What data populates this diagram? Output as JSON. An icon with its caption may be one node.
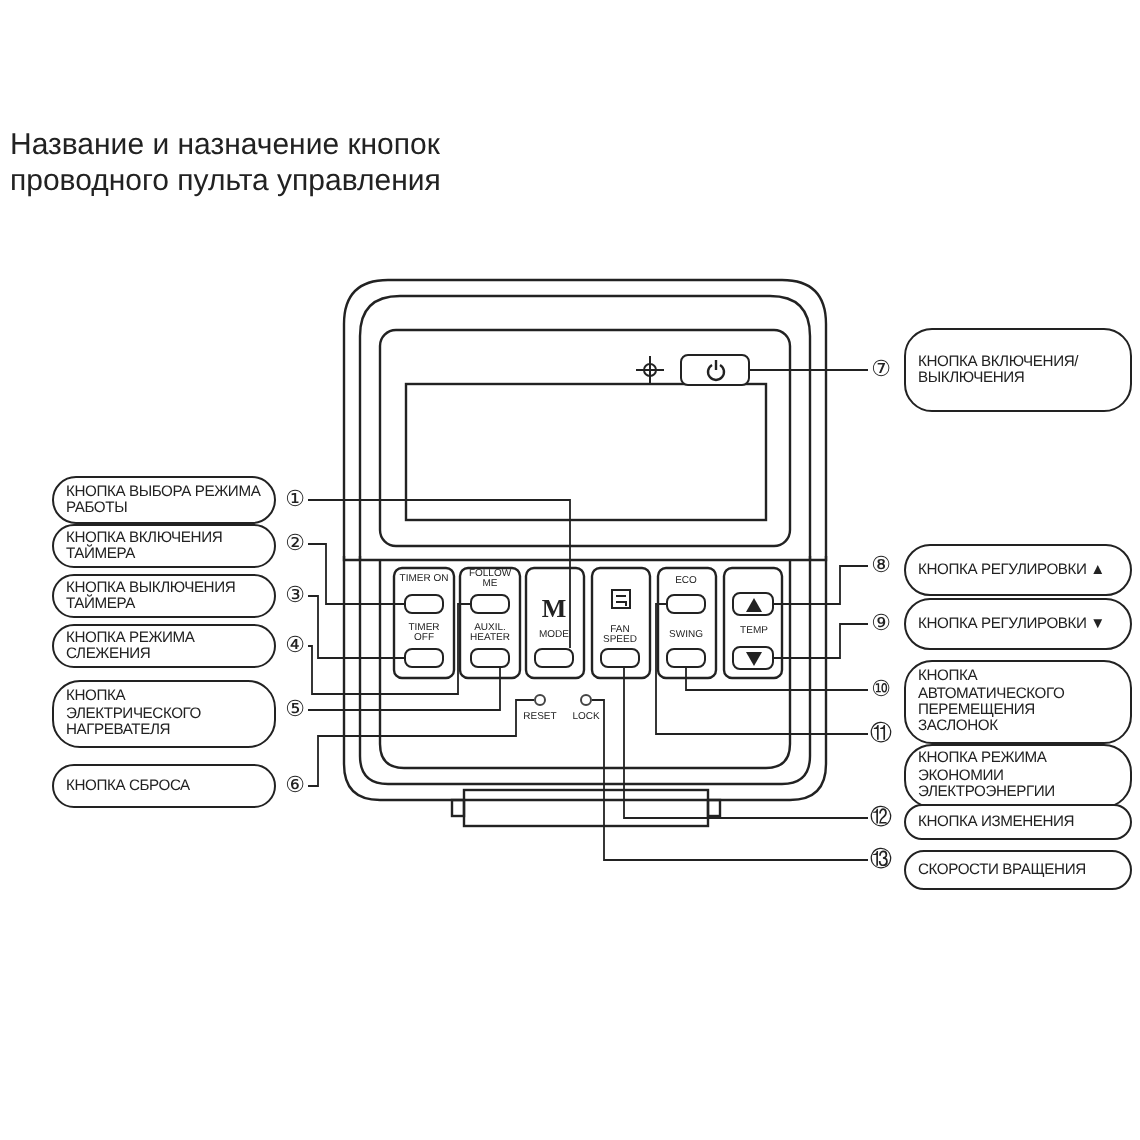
{
  "diagram": {
    "title": "Название и назначение кнопок проводного пульта управления",
    "nodes": [
      {
        "text": [
          "КНОПКА ВЫБОРА РЕЖИМА РАБОТЫ"
        ]
      },
      {
        "text": [
          "①"
        ]
      },
      {
        "text": [
          "КНОПКА ВКЛЮЧЕНИЯ ТАЙМЕРА"
        ]
      },
      {
        "text": [
          "②"
        ]
      },
      {
        "text": [
          "КНОПКА ВЫКЛЮЧЕНИЯ ТАЙМЕРА"
        ]
      },
      {
        "text": [
          "③"
        ]
      },
      {
        "text": [
          "КНОПКА РЕЖИМА СЛЕЖЕНИЯ"
        ]
      },
      {
        "text": [
          "④"
        ]
      },
      {
        "text": [
          "КНОПКА ЭЛЕКТРИЧЕСКОГО НАГРЕВАТЕЛЯ"
        ]
      },
      {
        "text": [
          "⑤"
        ]
      },
      {
        "text": [
          "КНОПКА СБРОСА"
        ]
      },
      {
        "text": [
          "⑥"
        ]
      },
      {
        "text": [
          "КНОПКА ВКЛЮЧЕНИЯ/ ВЫКЛЮЧЕНИЯ"
        ]
      },
      {
        "text": [
          "⑦"
        ]
      },
      {
        "text": [
          "КНОПКА РЕГУЛИРОВКИ ▲"
        ]
      },
      {
        "text": [
          "⑧"
        ]
      },
      {
        "text": [
          "КНОПКА РЕГУЛИРОВКИ ▼"
        ]
      },
      {
        "text": [
          "⑨"
        ]
      },
      {
        "text": [
          "КНОПКА АВТОМАТИЧЕСКОГО ПЕРЕМЕЩЕНИЯ ЗАСЛОНОК"
        ]
      },
      {
        "text": [
          "⑩"
        ]
      },
      {
        "text": [
          "КНОПКА РЕЖИМА ЭКОНОМИИ ЭЛЕКТРОЭНЕРГИИ"
        ]
      },
      {
        "text": [
          "⑪"
        ]
      },
      {
        "text": [
          "КНОПКА ИЗМЕНЕНИЯ"
        ]
      },
      {
        "text": [
          "⑫"
        ]
      },
      {
        "text": [
          "СКОРОСТИ ВРАЩЕНИЯ"
        ]
      },
      {
        "text": [
          "⑬"
        ]
      },
      {
        "text": [],
        "shape": "box"
      },
      {
        "text": [],
        "shape": "box",
        "beside": [
          "TIMER ON"
        ]
      },
      {
        "text": [],
        "shape": "box",
        "beside": [
          "FOLLOW ME"
        ]
      },
      {
        "text": [],
        "shape": "box",
        "beside": [
          "M",
          "MODE"
        ]
      },
      {
        "text": [],
        "shape": "box",
        "beside": [
          "FAN SPEED"
        ]
      },
      {
        "text": [],
        "shape": "box",
        "beside": [
          "ECO"
        ]
      },
      {
        "text": [],
        "shape": "box"
      },
      {
        "text": [],
        "shape": "box",
        "beside": [
          "TIMER OFF"
        ]
      },
      {
        "text": [],
        "shape": "box",
        "beside": [
          "AUXIL. HEATER"
        ]
      },
      {
        "text": [],
        "shape": "box",
        "beside": [
          "SWING"
        ]
      },
      {
        "text": [],
        "shape": "box"
      },
      {
        "text": [],
        "shape": "circle",
        "beside": [
          "RESET"
        ]
      },
      {
        "text": [],
        "shape": "circle",
        "beside": [
          "LOCK"
        ]
      }
    ],
    "edges": [
      {
        "from": 1,
        "to": 29,
        "arrow": "none"
      },
      {
        "from": 3,
        "to": 27,
        "arrow": "none"
      },
      {
        "from": 5,
        "to": 33,
        "arrow": "none"
      },
      {
        "from": 7,
        "to": 28,
        "arrow": "none"
      },
      {
        "from": 9,
        "to": 34,
        "arrow": "none"
      },
      {
        "from": 11,
        "to": 37,
        "arrow": "none"
      },
      {
        "from": 13,
        "to": 26,
        "arrow": "none"
      },
      {
        "from": 15,
        "to": 32,
        "arrow": "none"
      },
      {
        "from": 17,
        "to": 36,
        "arrow": "none"
      },
      {
        "from": 19,
        "to": 35,
        "arrow": "none"
      },
      {
        "from": 21,
        "to": 31,
        "arrow": "none"
      },
      {
        "from": 23,
        "to": 30,
        "arrow": "none"
      },
      {
        "from": 25,
        "to": 38,
        "arrow": "none"
      }
    ],
    "labels": [
      "TEMP"
    ]
  }
}
